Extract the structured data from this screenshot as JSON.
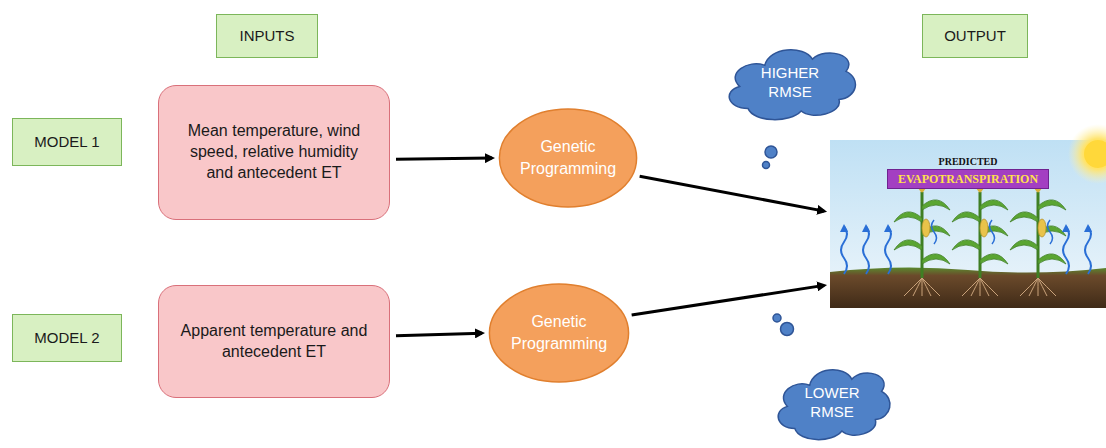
{
  "diagram": {
    "nodes": [
      {
        "text": [
          "INPUTS"
        ]
      },
      {
        "text": [
          "OUTPUT"
        ]
      },
      {
        "text": [
          "MODEL 1"
        ]
      },
      {
        "text": [
          "Mean temperature, wind speed, relative humidity and antecedent ET"
        ]
      },
      {
        "text": [
          "Genetic Programming"
        ]
      },
      {
        "text": [
          "HIGHER RMSE"
        ]
      },
      {
        "text": [
          "PREDICTED",
          "EVAPOTRANSPIRATION"
        ]
      },
      {
        "text": [
          "MODEL 2"
        ]
      },
      {
        "text": [
          "Apparent temperature and antecedent ET"
        ]
      },
      {
        "text": [
          "Genetic Programming"
        ]
      },
      {
        "text": [
          "LOWER RMSE"
        ]
      }
    ],
    "edges": [
      {
        "from": 3,
        "to": 4,
        "arrow": "to"
      },
      {
        "from": 4,
        "to": 6,
        "arrow": "to"
      },
      {
        "from": 8,
        "to": 9,
        "arrow": "to"
      },
      {
        "from": 9,
        "to": 6,
        "arrow": "to"
      }
    ]
  }
}
